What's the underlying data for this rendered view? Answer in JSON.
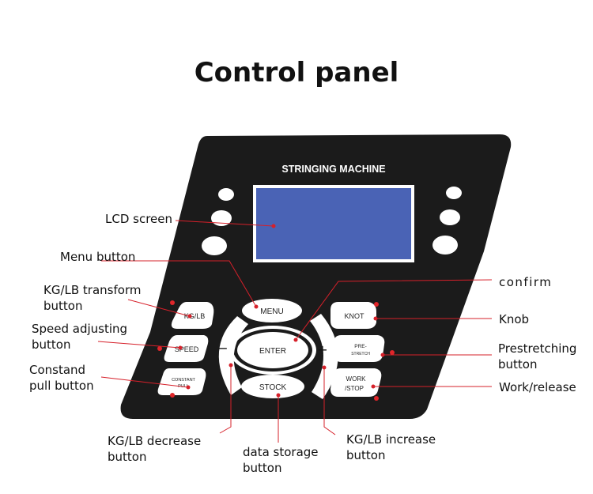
{
  "title": "Control panel",
  "panel": {
    "header": "STRINGING MACHINE",
    "buttons": {
      "kglb": "KG/LB",
      "speed": "SPEED",
      "constant_pull": [
        "CONSTANT",
        "PULL"
      ],
      "menu": "MENU",
      "enter": "ENTER",
      "stock": "STOCK",
      "minus": "−",
      "plus": "+",
      "knot": "KNOT",
      "prestretch": [
        "PRE-",
        "STRETCH"
      ],
      "work_stop": [
        "WORK",
        "/STOP"
      ]
    }
  },
  "callouts": {
    "lcd": "LCD screen",
    "menu": "Menu button",
    "kglb": [
      "KG/LB transform",
      "button"
    ],
    "speed": [
      "Speed adjusting",
      "button"
    ],
    "constant": [
      "Constand",
      "pull button"
    ],
    "decrease": [
      "KG/LB decrease",
      "button"
    ],
    "storage": [
      "data storage",
      "button"
    ],
    "increase": [
      "KG/LB increase",
      "button"
    ],
    "confirm": "confirm",
    "knob": "Knob",
    "prestretch": [
      "Prestretching",
      "button"
    ],
    "work": "Work/release"
  },
  "colors": {
    "panel": "#1b1b1b",
    "lcd": "#4a63b5",
    "leader": "#d6202a",
    "led": "#e0262a"
  }
}
